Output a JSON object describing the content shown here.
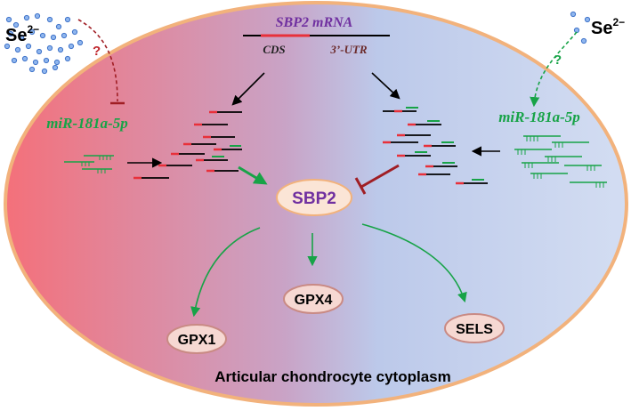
{
  "diagram": {
    "mrna": {
      "title": "SBP2 mRNA",
      "cds_label": "CDS",
      "utr_label": "3’-UTR"
    },
    "selenium": {
      "left_label": "Se",
      "right_label": "Se",
      "charge": "2−",
      "question_mark": "?"
    },
    "mirna": {
      "left_label": "miR-181a-5p",
      "right_label": "miR-181a-5p"
    },
    "center_node": {
      "label": "SBP2"
    },
    "targets": [
      {
        "label": "GPX1"
      },
      {
        "label": "GPX4"
      },
      {
        "label": "SELS"
      }
    ],
    "caption": "Articular chondrocyte cytoplasm",
    "colors": {
      "cell_left": "#f4707a",
      "cell_right": "#c6d4ef",
      "cell_border": "#f2b27c",
      "mrna_title": "#7030a0",
      "mirna_green": "#17a347",
      "inhibit_red": "#a01e24",
      "selenium_blue": "#5b8fe0",
      "node_fill": "#fbe5d6",
      "target_fill": "#f6d8d2",
      "target_border": "#c98a84"
    }
  }
}
